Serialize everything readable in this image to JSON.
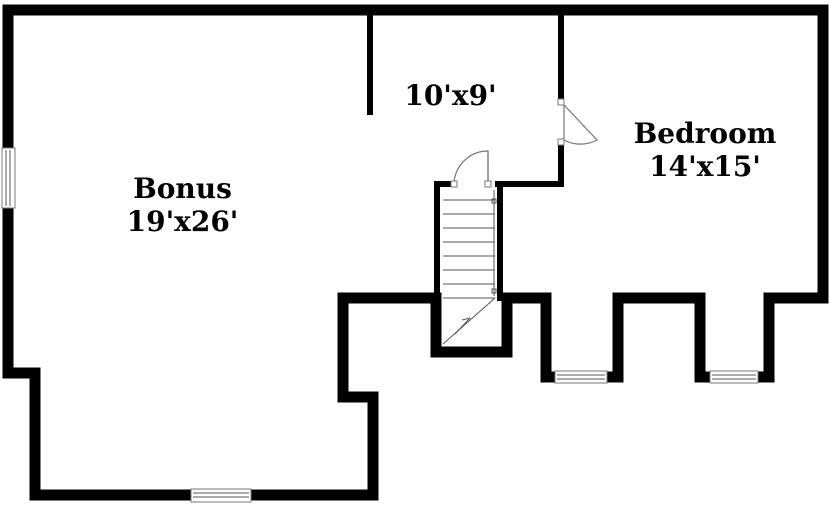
{
  "rooms": {
    "bonus": {
      "name": "Bonus",
      "size": "19'x26'"
    },
    "hall": {
      "size": "10'x9'"
    },
    "bedroom": {
      "name": "Bedroom",
      "size": "14'x15'"
    }
  },
  "colors": {
    "wall": "#000000",
    "background": "#ffffff",
    "fixture": "#777777"
  },
  "icons": [
    "window-icon",
    "door-swing-icon",
    "staircase-icon"
  ]
}
